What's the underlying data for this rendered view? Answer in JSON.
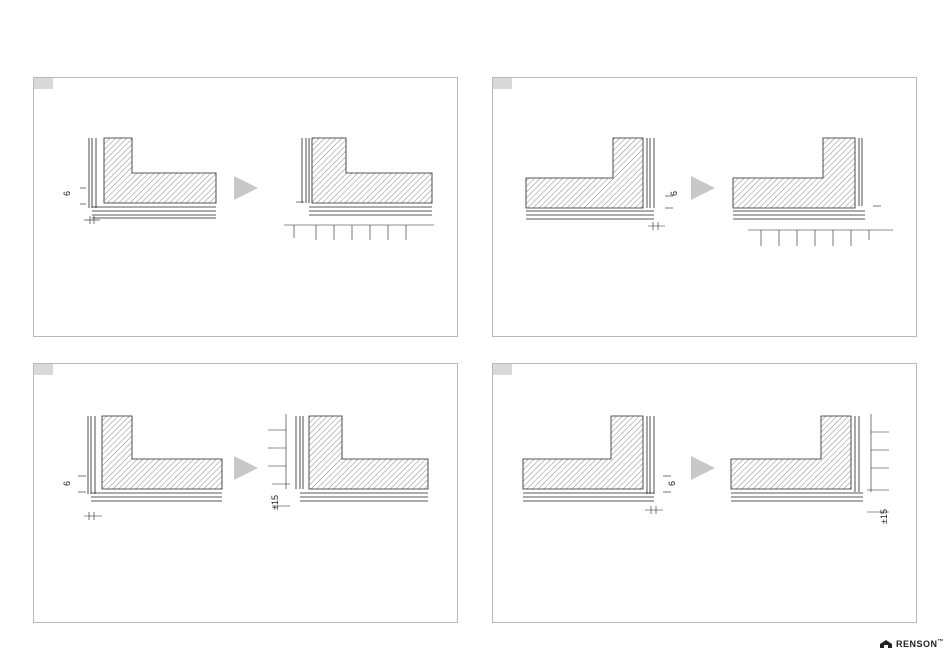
{
  "panels": [
    {
      "id": "top-left",
      "label": "6"
    },
    {
      "id": "top-right",
      "label": "6"
    },
    {
      "id": "bottom-left",
      "label": "6",
      "after_label": "±15"
    },
    {
      "id": "bottom-right",
      "label": "6",
      "after_label": "±15"
    }
  ],
  "brand": {
    "name": "RENSON",
    "mark": "™"
  },
  "colors": {
    "border": "#b8b8b8",
    "tab": "#d9d9d9",
    "arrow": "#c8c8c8",
    "ink": "#222222"
  }
}
